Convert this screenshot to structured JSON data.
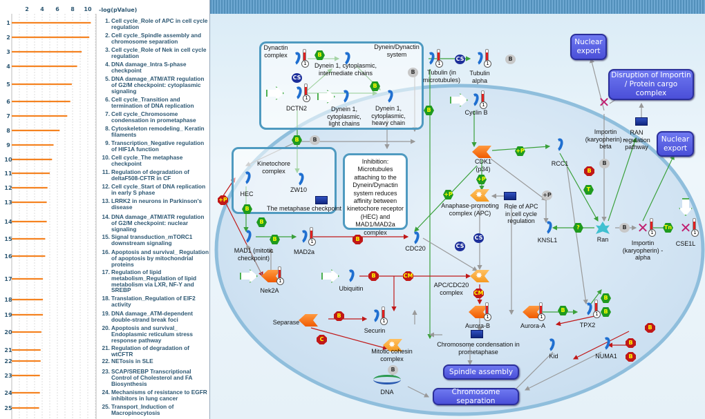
{
  "chart_data": {
    "type": "bar",
    "orientation": "horizontal",
    "xlabel": "-log(pValue)",
    "xticks": [
      "2",
      "4",
      "6",
      "8",
      "10"
    ],
    "xlim": [
      0,
      11
    ],
    "grid": true,
    "bar_color": "#f58220",
    "categories": [
      "1",
      "2",
      "3",
      "4",
      "5",
      "6",
      "7",
      "8",
      "9",
      "10",
      "11",
      "12",
      "13",
      "14",
      "15",
      "16",
      "17",
      "18",
      "19",
      "20",
      "21",
      "22",
      "23",
      "24",
      "25"
    ],
    "values": [
      10.4,
      10.2,
      9.2,
      8.6,
      7.9,
      7.7,
      7.3,
      6.3,
      5.5,
      5.3,
      5.0,
      4.7,
      4.6,
      4.6,
      4.4,
      4.4,
      4.1,
      4.1,
      4.1,
      3.9,
      3.8,
      3.8,
      3.7,
      3.7,
      3.6
    ],
    "labels": [
      "Cell cycle_Role of APC in cell cycle regulation",
      "Cell cycle_Spindle assembly and chromosome separation",
      "Cell cycle_Role of Nek in cell cycle regulation",
      "DNA damage_Intra S-phase checkpoint",
      "DNA damage_ATM/ATR regulation of G2/M checkpoint: cytoplasmic signaling",
      "Cell cycle_Transition and termination of DNA replication",
      "Cell cycle_Chromosome condensation in prometaphase",
      "Cytoskeleton remodeling_ Keratin filaments",
      "Transcription_Negative regulation of HIF1A function",
      "Cell cycle_The metaphase checkpoint",
      "Regulation of degradation of deltaF508-CFTR in CF",
      "Cell cycle_Start of DNA replication in early S phase",
      "LRRK2 in neurons in Parkinson's disease",
      "DNA damage_ATM/ATR regulation of G2/M checkpoint: nuclear signaling",
      "Signal transduction_mTORC1 downstream signaling",
      "Apoptosis and survival_ Regulation of apoptosis by mitochondrial proteins",
      "Regulation of lipid metabolism_Regulation of lipid metabolism via LXR, NF-Y and SREBP",
      "Translation_Regulation of EIF2 activity",
      "DNA damage_ATM-dependent double-strand break foci",
      "Apoptosis and survival_ Endoplasmic reticulum stress response pathway",
      "Regulation of degradation of wtCFTR",
      "NETosis in SLE",
      "SCAP/SREBP Transcriptional Control of Cholesterol and FA Biosynthesis",
      "Mechanisms of resistance to EGFR inhibitors in lung cancer",
      "Transport_Induction of Macropinocytosis"
    ]
  },
  "diagram": {
    "colors": {
      "activation": "#3aa03a",
      "inhibition": "#c01818",
      "unspecified": "#999999",
      "expression": "#e02020",
      "process": "#5258e0"
    },
    "boxes": {
      "dynein_system": "Dynein/Dynactin system",
      "kinetochore": "Kinetochore complex",
      "inhibition": "Inhibition: Microtubules attaching to the Dynein/Dynactin system reduces affinity between kinetochore receptor (HEC) and MAD1/MAD2a complex"
    },
    "processes": {
      "nuclear_export_1": "Nuclear export",
      "disruption": "Disruption of Importin / Protein cargo complex",
      "nuclear_export_2": "Nuclear export",
      "spindle": "Spindle assembly",
      "chrom_sep": "Chromosome separation"
    },
    "nodes": {
      "dynactin_complex": "Dynactin complex",
      "dctn2": "DCTN2",
      "dynein_ic": "Dynein 1, cytoplasmic, intermediate chains",
      "dynein_lc": "Dynein 1, cytoplasmic, light chains",
      "dynein_hc": "Dynein 1, cytoplasmic, heavy chain",
      "tubulin_mt": "Tubulin (in microtubules)",
      "tubulin_alpha": "Tubulin alpha",
      "cyclin_b": "Cyclin B",
      "cdk1": "CDK1 (p34)",
      "rcc1": "RCC1",
      "importin_beta": "Importin (karyopherin) -beta",
      "ran_reg": "RAN regulation pathway",
      "apc": "Anaphase-promoting complex (APC)",
      "role_apc": "Role of APC in cell cycle regulation",
      "hec": "HEC",
      "zw10": "ZW10",
      "metaphase_cp": "The metaphase checkpoint",
      "mad1": "MAD1 (mitotic checkpoint)",
      "mad2a": "MAD2a",
      "cdc20": "CDC20",
      "knsl1": "KNSL1",
      "ran": "Ran",
      "importin_alpha": "Importin (karyopherin) -alpha",
      "cse1l": "CSE1L",
      "nek2a": "Nek2A",
      "ubiquitin": "Ubiquitin",
      "apc_cdc20": "APC/CDC20 complex",
      "aurora_b": "Aurora-B",
      "aurora_a": "Aurora-A",
      "tpx2": "TPX2",
      "separase": "Separase",
      "securin": "Securin",
      "cohesin": "Mitotic cohesin complex",
      "chrom_cond": "Chromosome condensation in prometaphase",
      "kid": "Kid",
      "numa1": "NUMA1",
      "dna": "DNA"
    },
    "badge_labels": {
      "B": "B",
      "CS": "CS",
      "P": "+P",
      "T": "T",
      "Q": "?",
      "Tn": "Tn",
      "C": "C",
      "CM": "CM"
    },
    "thermometer_value": "1"
  }
}
